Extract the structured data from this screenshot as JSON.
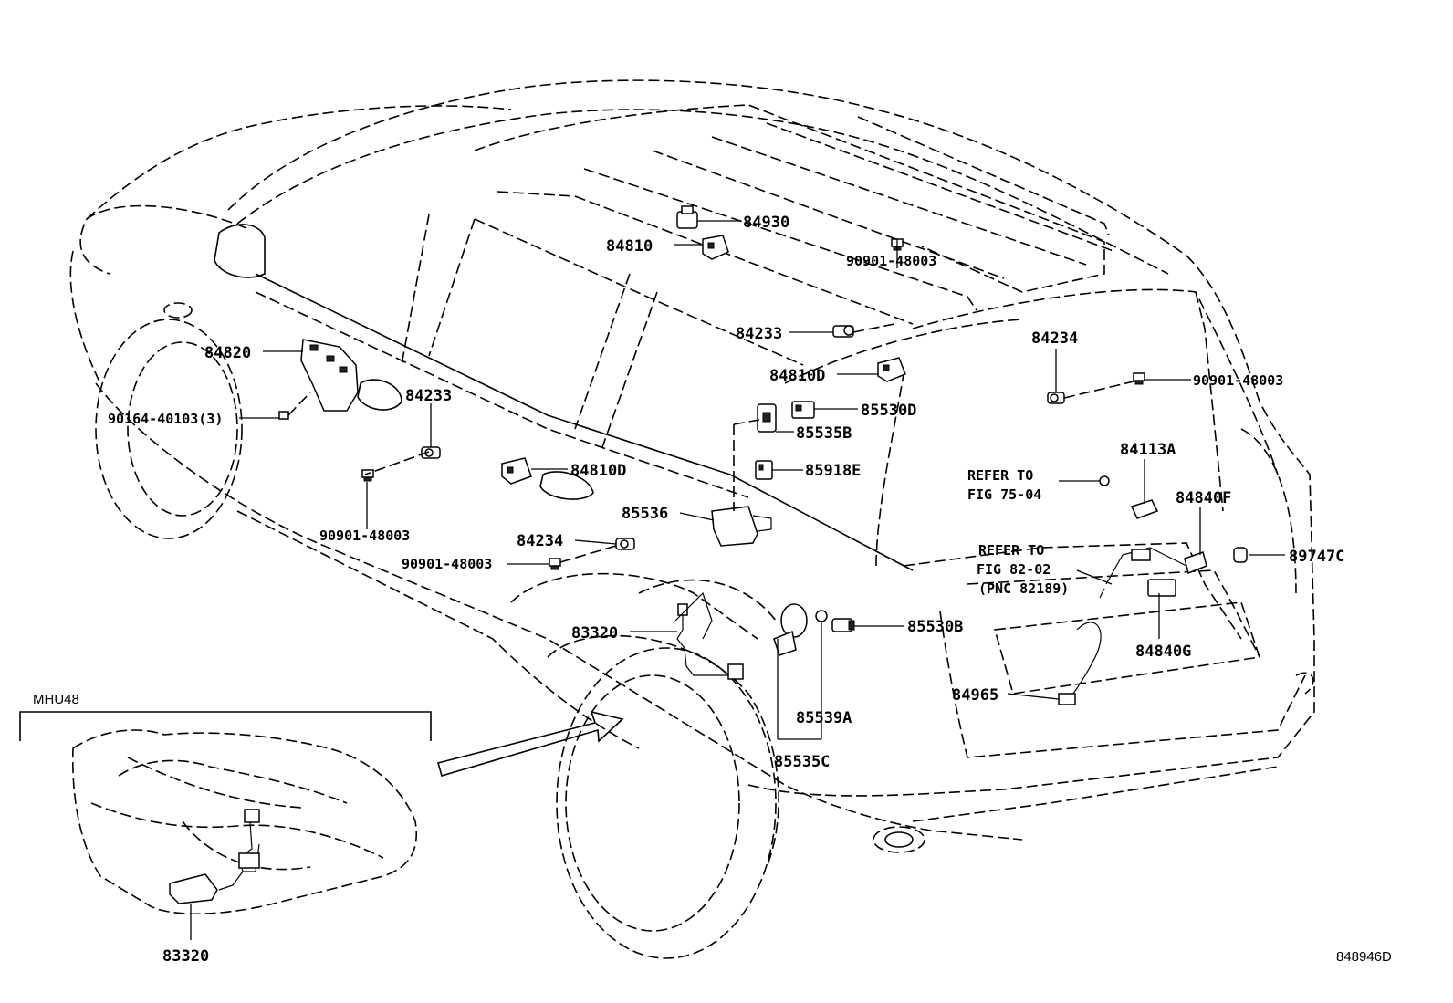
{
  "diagram_id": "848946D",
  "inset": {
    "title": "MHU48",
    "part": "83320"
  },
  "labels": {
    "p84930": "84930",
    "p84810": "84810",
    "p90901_a": "90901-48003",
    "p84233_a": "84233",
    "p84810D_a": "84810D",
    "p84234_a": "84234",
    "p90901_b": "90901-48003",
    "p84820": "84820",
    "p90164": "90164-40103(3)",
    "p84233_b": "84233",
    "p85530D": "85530D",
    "p85535B": "85535B",
    "p85918E": "85918E",
    "p84810D_b": "84810D",
    "p85536": "85536",
    "p84234_b": "84234",
    "p90901_c": "90901-48003",
    "p90901_d": "90901-48003",
    "p83320": "83320",
    "p85530B": "85530B",
    "p85539A": "85539A",
    "p85535C": "85535C",
    "p84113A": "84113A",
    "p84840F": "84840F",
    "p89747C": "89747C",
    "p84840G": "84840G",
    "p84965": "84965",
    "refer1_line1": "REFER TO",
    "refer1_line2": "FIG 75-04",
    "refer2_line1": "REFER TO",
    "refer2_line2": "FIG 82-02",
    "refer2_line3": "(PNC 82189)"
  }
}
